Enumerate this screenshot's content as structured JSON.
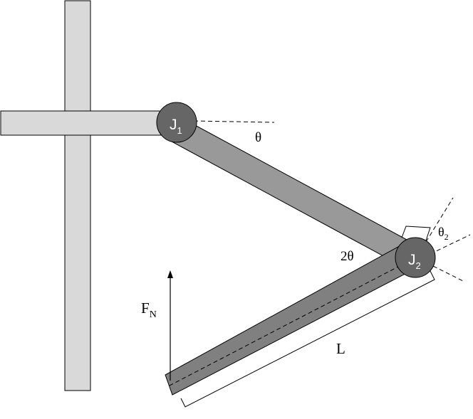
{
  "joints": [
    {
      "label": "J",
      "subscript": "1"
    },
    {
      "label": "J",
      "subscript": "2"
    }
  ],
  "angles": {
    "theta": "θ",
    "two_theta": "2θ",
    "theta2": {
      "symbol": "θ",
      "subscript": "2"
    }
  },
  "force": {
    "symbol": "F",
    "subscript": "N"
  },
  "length": "L",
  "colors": {
    "frame_fill": "#d9d9d9",
    "link_fill": "#999999",
    "lower_link_fill": "#808080",
    "joint_fill": "#666666",
    "stroke": "#000000"
  }
}
